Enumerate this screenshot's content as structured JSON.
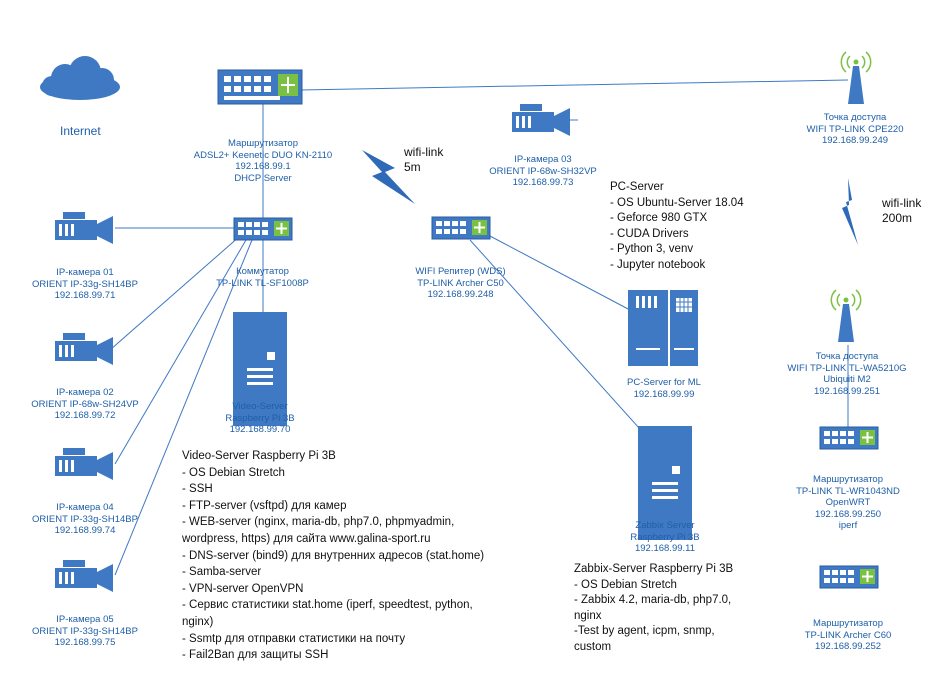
{
  "internet": {
    "label": "Internet"
  },
  "router_main": {
    "lines": [
      "Маршрутизатор",
      "ADSL2+ Keenetic DUO KN-2110",
      "192.168.99.1",
      "DHCP Server"
    ]
  },
  "switch": {
    "lines": [
      "Коммутатор",
      "TP-LINK TL-SF1008P"
    ]
  },
  "repeater": {
    "lines": [
      "WIFI Репитер (WDS)",
      "TP-LINK Archer C50",
      "192.168.99.248"
    ]
  },
  "camera_03": {
    "lines": [
      "IP-камера 03",
      "ORIENT IP-68w-SH32VP",
      "192.168.99.73"
    ]
  },
  "ap_1": {
    "lines": [
      "Точка доступа",
      "WIFI TP-LINK CPE220",
      "192.168.99.249"
    ]
  },
  "ap_2": {
    "lines": [
      "Точка доступа",
      "WIFI TP-LINK TL-WA5210G",
      "Ubiquiti M2",
      "192.168.99.251"
    ]
  },
  "router_2": {
    "lines": [
      "Маршрутизатор",
      "TP-LINK TL-WR1043ND",
      "OpenWRT",
      "192.168.99.250",
      "iperf"
    ]
  },
  "router_3": {
    "lines": [
      "Маршрутизатор",
      "TP-LINK Archer C60",
      "192.168.99.252"
    ]
  },
  "cameras": [
    {
      "lines": [
        "IP-камера 01",
        "ORIENT IP-33g-SH14BP",
        "192.168.99.71"
      ]
    },
    {
      "lines": [
        "IP-камера 02",
        "ORIENT IP-68w-SH24VP",
        "192.168.99.72"
      ]
    },
    {
      "lines": [
        "IP-камера 04",
        "ORIENT IP-33g-SH14BP",
        "192.168.99.74"
      ]
    },
    {
      "lines": [
        "IP-камера 05",
        "ORIENT IP-33g-SH14BP",
        "192.168.99.75"
      ]
    }
  ],
  "video_server": {
    "lines": [
      "Video-Server",
      "Raspberry Pi 3B",
      "192.168.99.70"
    ]
  },
  "pc_server": {
    "lines": [
      "PC-Server for ML",
      "192.168.99.99"
    ]
  },
  "zabbix_server": {
    "lines": [
      "Zabbix Server",
      "Raspberry Pi 3B",
      "192.168.99.11"
    ]
  },
  "wifi_link_1": {
    "lines": [
      "wifi-link",
      "5m"
    ]
  },
  "wifi_link_2": {
    "lines": [
      "wifi-link",
      "200m"
    ]
  },
  "pc_server_notes": [
    "PC-Server",
    "- OS Ubuntu-Server 18.04",
    "- Geforce 980 GTX",
    "- CUDA Drivers",
    "- Python 3, venv",
    "- Jupyter notebook"
  ],
  "video_server_notes": [
    "Video-Server Raspberry Pi 3B",
    "- OS Debian Stretch",
    "- SSH",
    "- FTP-server (vsftpd) для камер",
    "- WEB-server (nginx, maria-db, php7.0, phpmyadmin,",
    "wordpress, https) для сайта www.galina-sport.ru",
    "- DNS-server (bind9) для внутренних адресов (stat.home)",
    "- Samba-server",
    "- VPN-server OpenVPN",
    "- Сервис статистики stat.home (iperf, speedtest, python,",
    "nginx)",
    "- Ssmtp для отправки статистики на почту",
    "- Fail2Ban для защиты SSH"
  ],
  "zabbix_notes": [
    "Zabbix-Server Raspberry Pi 3B",
    "- OS Debian Stretch",
    "- Zabbix 4.2, maria-db, php7.0,",
    "nginx",
    "-Test by agent, icpm, snmp,",
    "custom"
  ],
  "colors": {
    "device_blue": "#3f79c4",
    "device_border": "#2a5c9e",
    "label_blue": "#1f5fa8",
    "green": "#7ac143",
    "line": "#3f79c4",
    "wifi": "#2e6ab8"
  }
}
